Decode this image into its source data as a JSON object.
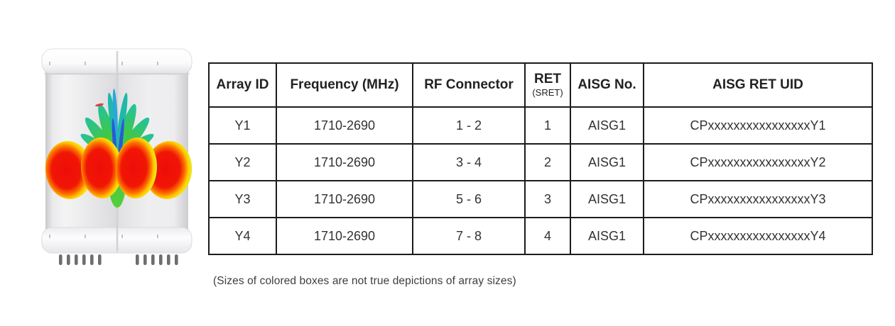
{
  "figure": {
    "footnote": "(Sizes of colored boxes are not true depictions of array sizes)"
  },
  "antenna": {
    "description": "antenna-radome-with-colored-radiation-pattern-lobes"
  },
  "table": {
    "columns": [
      "Array ID",
      "Frequency (MHz)",
      "RF Connector",
      "RET",
      "AISG No.",
      "AISG RET UID"
    ],
    "ret_subheader": "(SRET)",
    "rows": [
      {
        "array_id": "Y1",
        "frequency_mhz": "1710-2690",
        "rf_connector": "1 - 2",
        "ret": "1",
        "aisg_no": "AISG1",
        "aisg_ret_uid": "CPxxxxxxxxxxxxxxxxY1"
      },
      {
        "array_id": "Y2",
        "frequency_mhz": "1710-2690",
        "rf_connector": "3 - 4",
        "ret": "2",
        "aisg_no": "AISG1",
        "aisg_ret_uid": "CPxxxxxxxxxxxxxxxxY2"
      },
      {
        "array_id": "Y3",
        "frequency_mhz": "1710-2690",
        "rf_connector": "5 - 6",
        "ret": "3",
        "aisg_no": "AISG1",
        "aisg_ret_uid": "CPxxxxxxxxxxxxxxxxY3"
      },
      {
        "array_id": "Y4",
        "frequency_mhz": "1710-2690",
        "rf_connector": "7 - 8",
        "ret": "4",
        "aisg_no": "AISG1",
        "aisg_ret_uid": "CPxxxxxxxxxxxxxxxxY4"
      }
    ]
  },
  "colors": {
    "array_id_highlight": "#e4c23b",
    "table_border": "#1c1c1c",
    "text": "#323232"
  }
}
